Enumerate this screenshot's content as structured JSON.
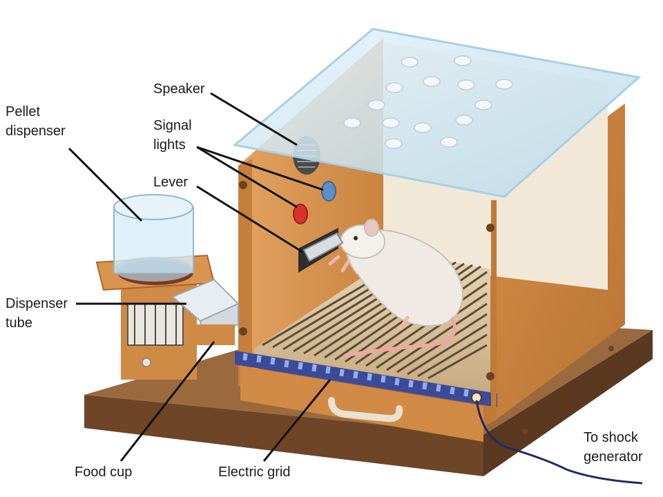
{
  "labels": {
    "pellet_dispenser": [
      "Pellet",
      "dispenser"
    ],
    "speaker": "Speaker",
    "signal_lights": [
      "Signal",
      "lights"
    ],
    "lever": "Lever",
    "dispenser_tube": [
      "Dispenser",
      "tube"
    ],
    "food_cup": "Food cup",
    "electric_grid": "Electric grid",
    "shock_generator": [
      "To shock",
      "generator"
    ]
  },
  "colors": {
    "wood": "#d9944e",
    "wood_dark": "#b8733a",
    "base": "#8a5a34",
    "glass": "#cfe6f2",
    "grid_bar": "#3d4a9a",
    "light_blue": "#5b8fc7",
    "light_red": "#d8322a"
  }
}
